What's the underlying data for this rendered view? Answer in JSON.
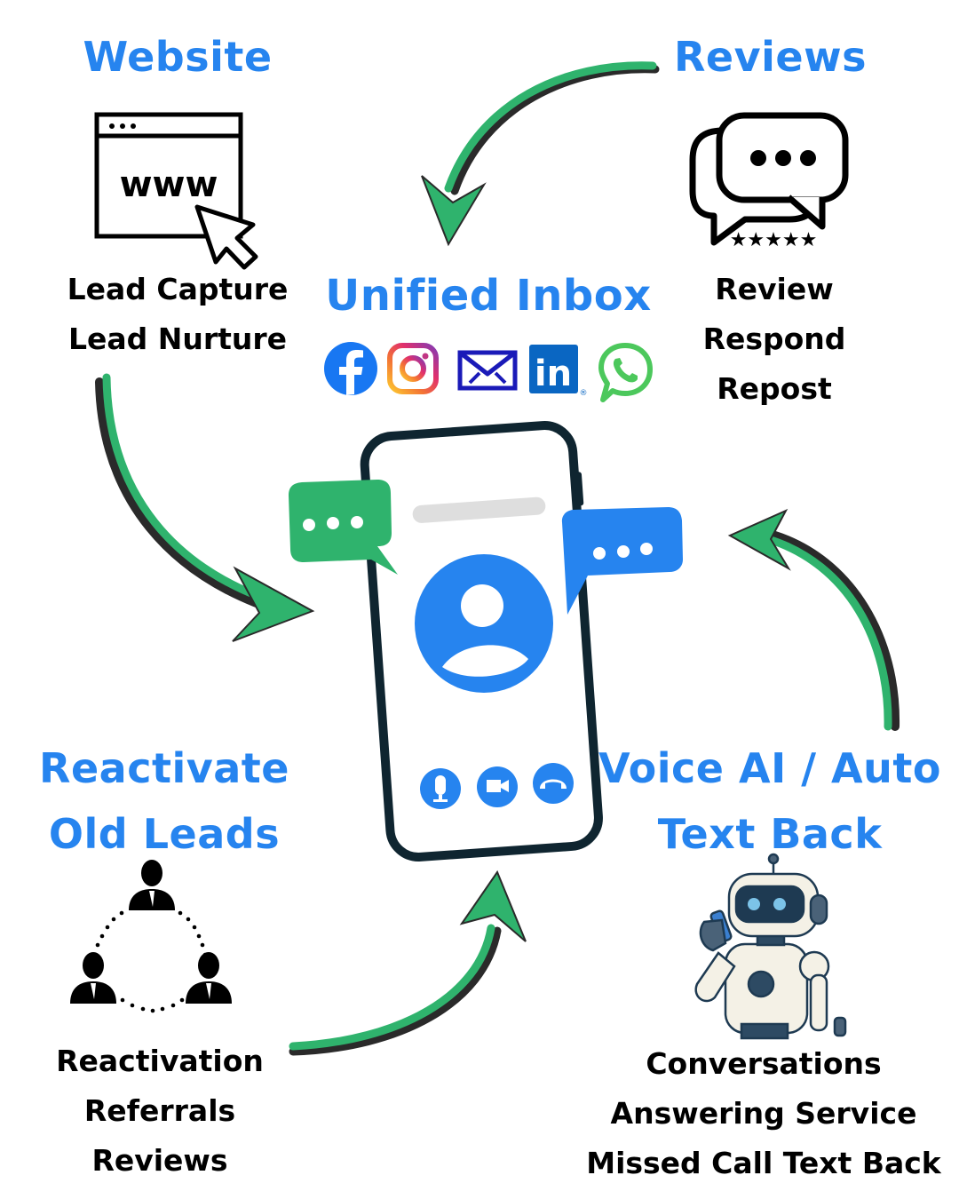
{
  "colors": {
    "heading_blue": "#2684ef",
    "arrow_green": "#2fb36d",
    "bubble_green": "#2fb36d",
    "bubble_blue": "#2684ef",
    "phone_outline": "#0f2530",
    "text_black": "#000000"
  },
  "website": {
    "title": "Website",
    "icon_text": "www",
    "items": [
      "Lead Capture",
      "Lead Nurture"
    ]
  },
  "reviews": {
    "title": "Reviews",
    "stars": 5,
    "items": [
      "Review",
      "Respond",
      "Repost"
    ]
  },
  "unified_inbox": {
    "title": "Unified Inbox",
    "channels": [
      "facebook-icon",
      "instagram-icon",
      "email-icon",
      "linkedin-icon",
      "whatsapp-icon"
    ],
    "linkedin_text": "in",
    "registered_mark": "®"
  },
  "reactivate": {
    "title_lines": [
      "Reactivate",
      "Old Leads"
    ],
    "items": [
      "Reactivation",
      "Referrals",
      "Reviews"
    ]
  },
  "voice_ai": {
    "title_lines": [
      "Voice AI / Auto",
      "Text Back"
    ],
    "items": [
      "Conversations",
      "Answering Service",
      "Missed Call Text Back"
    ]
  },
  "phone": {
    "call_controls": [
      "microphone-icon",
      "video-camera-icon",
      "hang-up-icon"
    ]
  }
}
